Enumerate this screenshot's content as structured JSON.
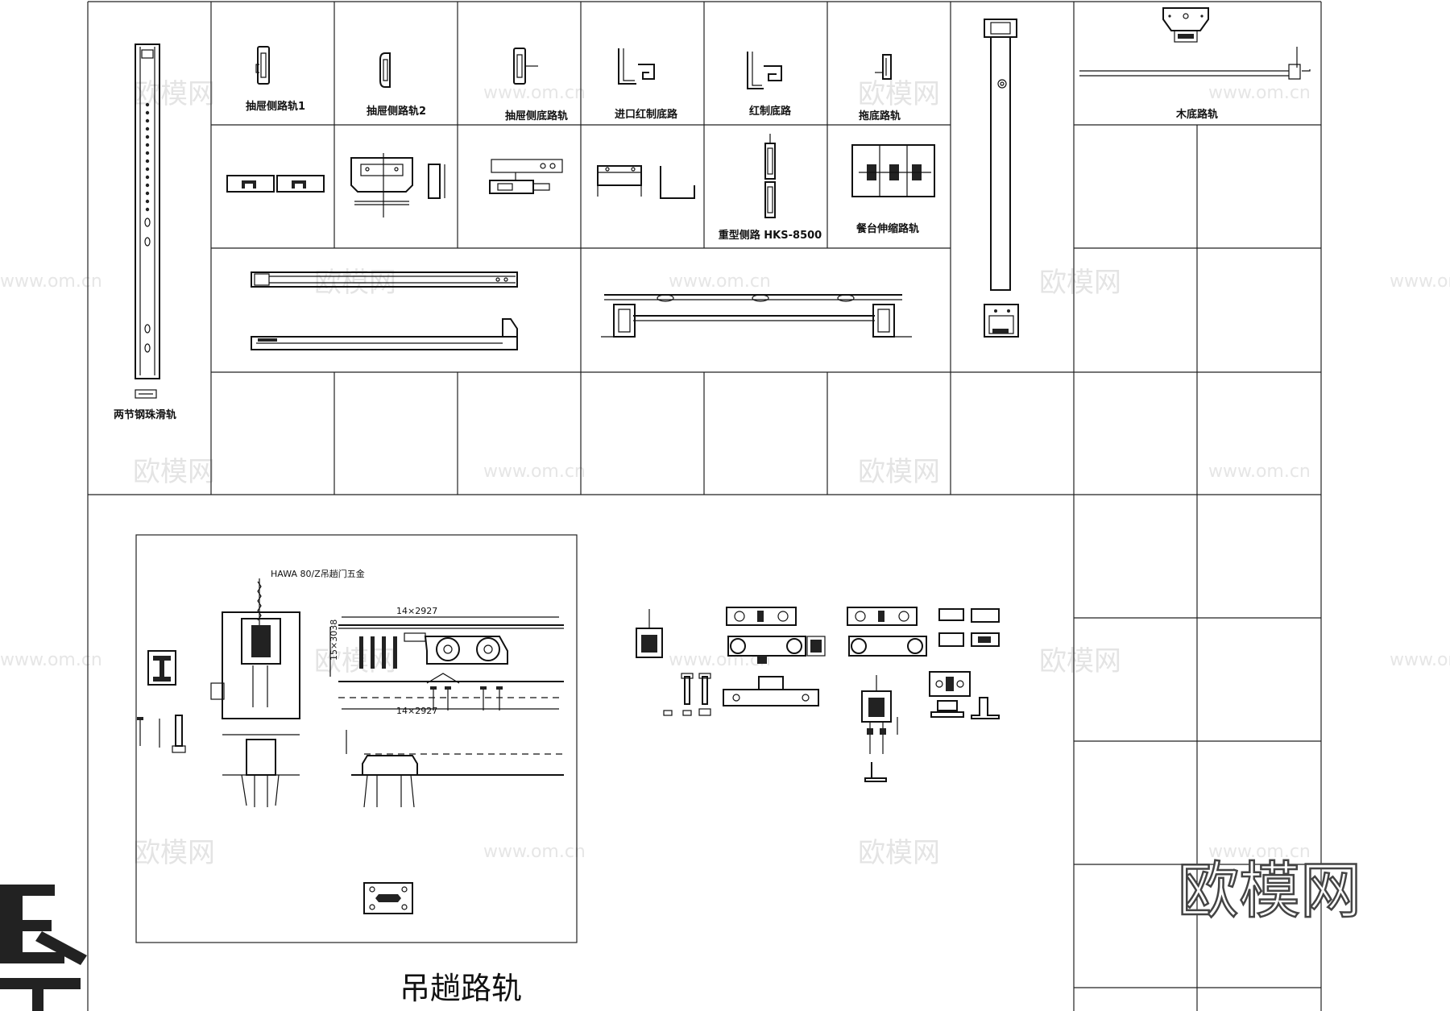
{
  "sheet": {
    "parts": [
      {
        "id": "drawer-side-rail-1",
        "label": "抽屉侧路轨1"
      },
      {
        "id": "drawer-side-rail-2",
        "label": "抽屉侧路轨2"
      },
      {
        "id": "drawer-side-bottom-rail",
        "label": "抽屉侧底路轨"
      },
      {
        "id": "imported-red-bottom-rail",
        "label": "进口红制底路"
      },
      {
        "id": "red-bottom-rail",
        "label": "红制底路"
      },
      {
        "id": "drag-bottom-rail",
        "label": "拖底路轨"
      },
      {
        "id": "wood-bottom-rail",
        "label": "木底路轨"
      },
      {
        "id": "heavy-side-rail",
        "label": "重型侧路 HKS-8500"
      },
      {
        "id": "dining-table-rail",
        "label": "餐台伸缩路轨"
      },
      {
        "id": "ball-bearing-slide",
        "label": "两节钢珠滑轨"
      }
    ],
    "hawa_title": "HAWA  80/Z吊趟门五金",
    "hanging_rail_title": "吊趟路轨",
    "dim_labels": [
      "14×2927",
      "14×2927",
      "15×3038"
    ],
    "watermarks": {
      "cn": "欧模网",
      "url": "www.om.cn"
    },
    "logo_text": "欧模网"
  }
}
